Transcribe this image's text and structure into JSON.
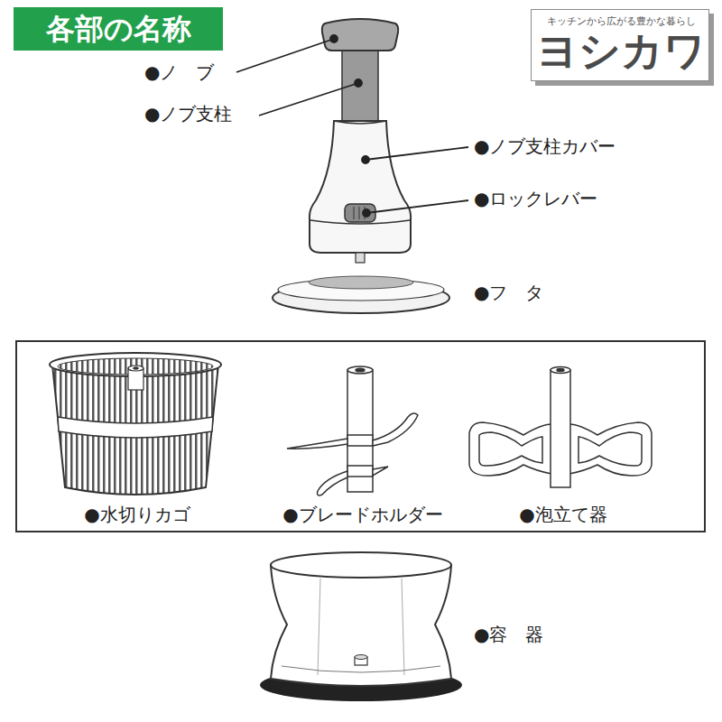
{
  "diagram": {
    "title": "各部の名称",
    "nodes": [
      {
        "text": [
          "キッチンから広がる豊かな暮らし",
          "ヨシカワ"
        ]
      },
      {
        "text": [
          "●水切りカゴ",
          "●ブレードホルダー",
          "●泡立て器"
        ]
      }
    ],
    "labels": [
      "●ノ　ブ",
      "●ノブ支柱",
      "●ノブ支柱カバー",
      "●ロックレバー",
      "●フ　タ",
      "●容　器"
    ]
  }
}
